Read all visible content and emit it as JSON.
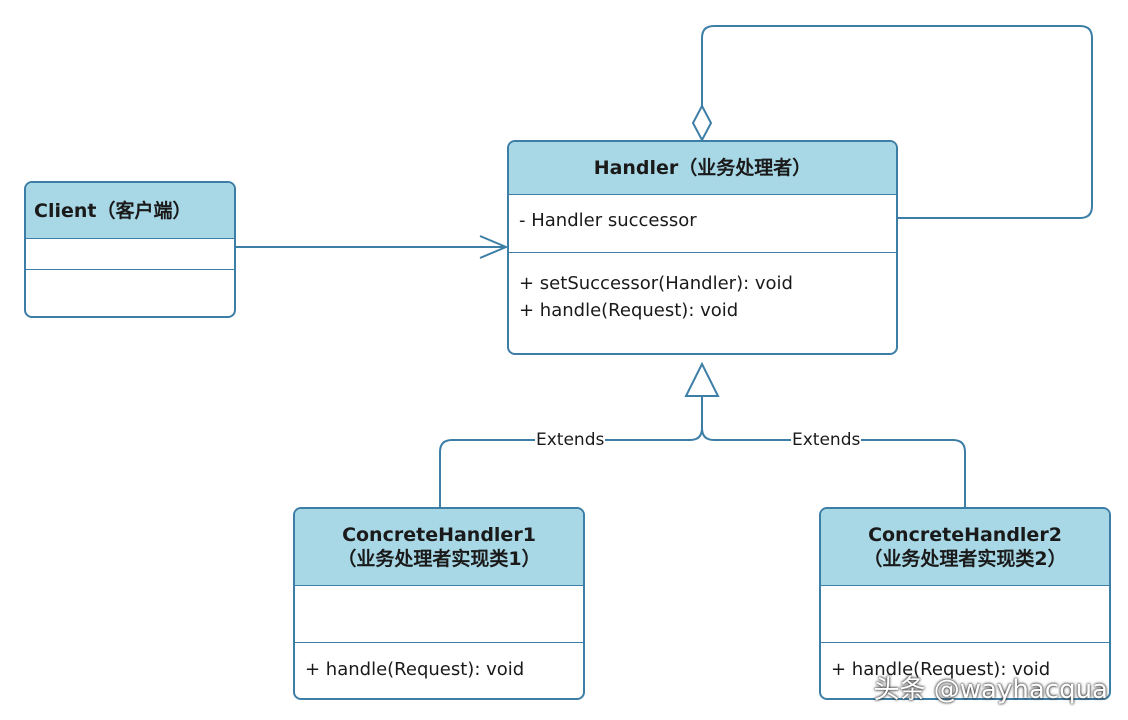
{
  "diagram": {
    "type": "uml-class-diagram",
    "colors": {
      "stroke": "#3d7ea6",
      "header_fill": "#a8d8e6",
      "background": "#ffffff"
    },
    "classes": {
      "client": {
        "title": "Client（客户端）",
        "attributes": [],
        "methods": []
      },
      "handler": {
        "title": "Handler（业务处理者）",
        "attributes": [
          "- Handler successor"
        ],
        "methods": [
          "+ setSuccessor(Handler): void",
          "+ handle(Request): void"
        ]
      },
      "concrete_handler_1": {
        "title": "ConcreteHandler1",
        "subtitle": "（业务处理者实现类1）",
        "attributes": [],
        "methods": [
          "+ handle(Request): void"
        ]
      },
      "concrete_handler_2": {
        "title": "ConcreteHandler2",
        "subtitle": "（业务处理者实现类2）",
        "attributes": [],
        "methods": [
          "+ handle(Request): void"
        ]
      }
    },
    "relations": [
      {
        "from": "client",
        "to": "handler",
        "kind": "association"
      },
      {
        "from": "handler",
        "to": "handler",
        "kind": "aggregation"
      },
      {
        "from": "concrete_handler_1",
        "to": "handler",
        "kind": "generalization",
        "label": "Extends"
      },
      {
        "from": "concrete_handler_2",
        "to": "handler",
        "kind": "generalization",
        "label": "Extends"
      }
    ]
  },
  "watermark": "头条 @wayhacqua"
}
